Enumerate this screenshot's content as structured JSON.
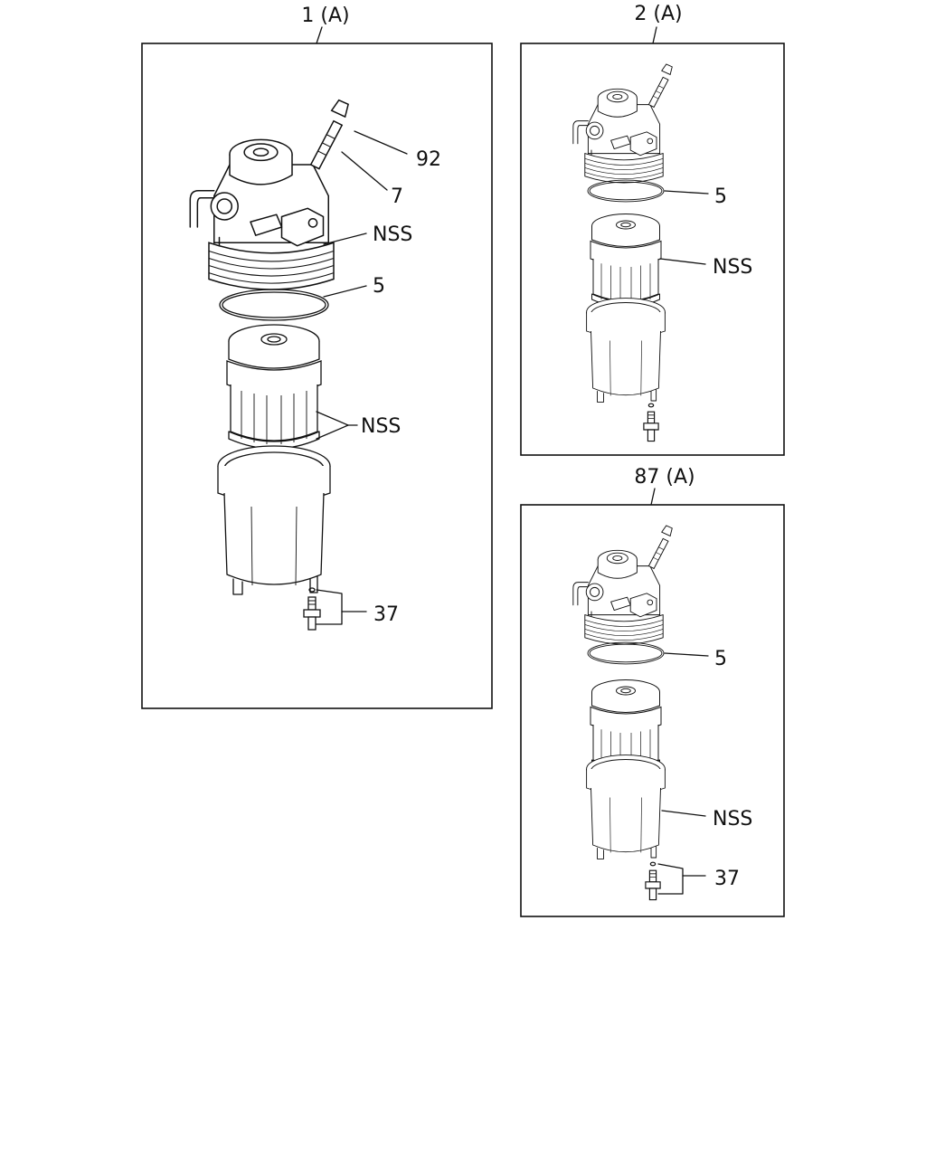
{
  "panels": [
    {
      "id": "p1",
      "title": "1 (A)",
      "labels": {
        "a": "92",
        "b": "7",
        "c": "NSS",
        "d": "5",
        "e": "NSS",
        "f": "37"
      }
    },
    {
      "id": "p2",
      "title": "2 (A)",
      "labels": {
        "a": "5",
        "b": "NSS"
      }
    },
    {
      "id": "p3",
      "title": "87 (A)",
      "labels": {
        "a": "5",
        "b": "NSS",
        "c": "37"
      }
    }
  ]
}
